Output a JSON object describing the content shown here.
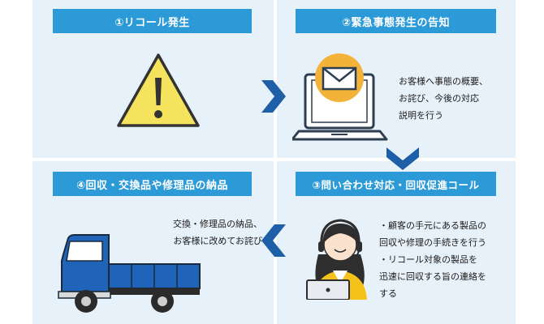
{
  "steps": [
    {
      "title": "①リコール発生"
    },
    {
      "title": "②緊急事態発生の告知",
      "description": "お客様へ事態の概要、\nお詫び、今後の対応\n説明を行う"
    },
    {
      "title": "③問い合わせ対応・回収促進コール",
      "description": "・顧客の手元にある製品の\n回収や修理の手続きを行う\n・リコール対象の製品を\n迅速に回収する旨の連絡を\nする"
    },
    {
      "title": "④回収・交換品や修理品の納品",
      "description": "交換・修理品の納品、\nお客様に改めてお詫び"
    }
  ],
  "icons": {
    "step1": "warning-triangle",
    "step2": "laptop-with-envelope",
    "step3": "operator-with-headset",
    "step4": "delivery-truck",
    "flow": "chevron-arrow"
  },
  "colors": {
    "header": "#2b9ad6",
    "panel": "#e7f1f9",
    "arrow": "#1e5fa8",
    "warning": "#f5e35d",
    "truck": "#1f64b8"
  }
}
